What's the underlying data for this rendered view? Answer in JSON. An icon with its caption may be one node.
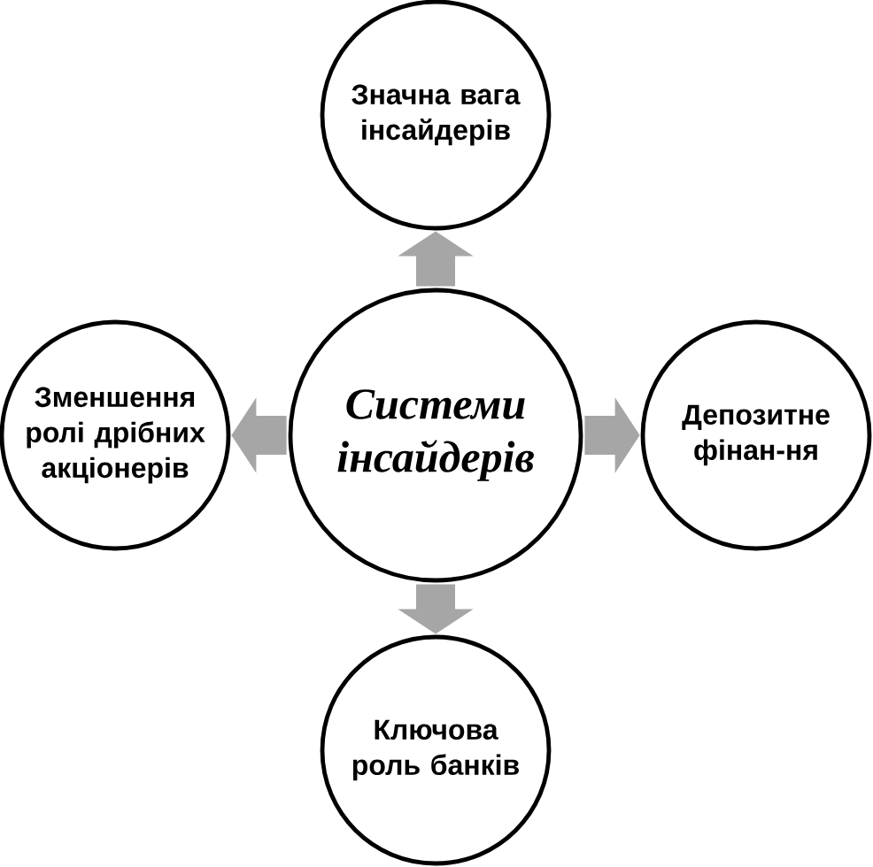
{
  "diagram": {
    "nodes": [
      {
        "text": [
          "Значна вага інсайдерів"
        ]
      },
      {
        "text": [
          "Зменшення ролі дрібних акціонерів"
        ]
      },
      {
        "text": [
          "Системи інсайдерів"
        ]
      },
      {
        "text": [
          "Депозитне фінан-ня"
        ]
      },
      {
        "text": [
          "Ключова роль банків"
        ]
      }
    ],
    "edges": [
      {
        "from": 2,
        "to": 0,
        "arrow": "to"
      },
      {
        "from": 2,
        "to": 1,
        "arrow": "to"
      },
      {
        "from": 2,
        "to": 3,
        "arrow": "to"
      },
      {
        "from": 2,
        "to": 4,
        "arrow": "to"
      }
    ]
  }
}
